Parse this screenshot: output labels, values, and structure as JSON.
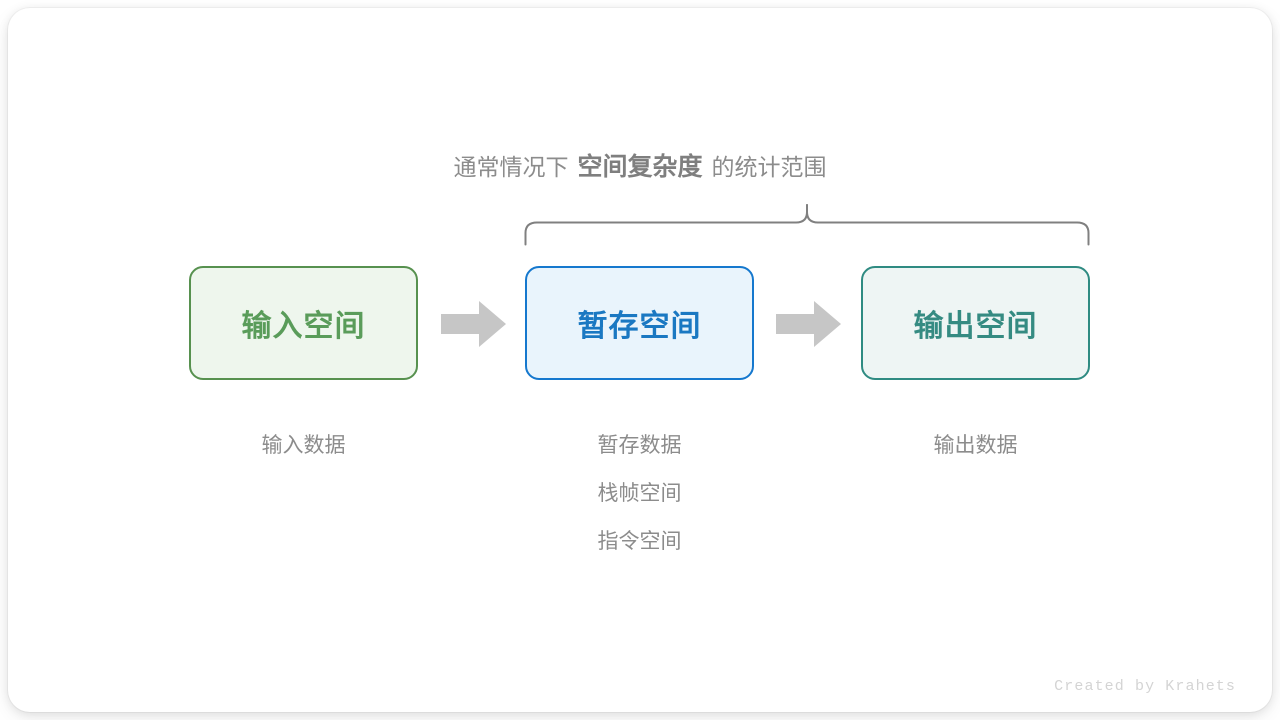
{
  "diagram": {
    "caption": {
      "prefix": "通常情况下",
      "emphasis": "空间复杂度",
      "suffix": "的统计范围"
    },
    "boxes": [
      {
        "key": "input",
        "label": "输入空间",
        "border_color": "#57914f",
        "fill_color": "#eef6ed",
        "text_color": "#5a9c5a"
      },
      {
        "key": "temp",
        "label": "暂存空间",
        "border_color": "#1578ce",
        "fill_color": "#e9f4fc",
        "text_color": "#1a78c2"
      },
      {
        "key": "output",
        "label": "输出空间",
        "border_color": "#2f8b82",
        "fill_color": "#eef5f4",
        "text_color": "#358b82"
      }
    ],
    "arrows": [
      {
        "key": "arrow-1",
        "color": "#c6c6c6"
      },
      {
        "key": "arrow-2",
        "color": "#c6c6c6"
      }
    ],
    "captions": {
      "input": [
        "输入数据"
      ],
      "temp": [
        "暂存数据",
        "栈帧空间",
        "指令空间"
      ],
      "output": [
        "输出数据"
      ]
    },
    "brace": {
      "color": "#808080",
      "spans_boxes": [
        "temp",
        "output"
      ]
    },
    "credit": "Created by Krahets",
    "background_color": "#ffffff",
    "caption_color": "#8c8c8c"
  }
}
